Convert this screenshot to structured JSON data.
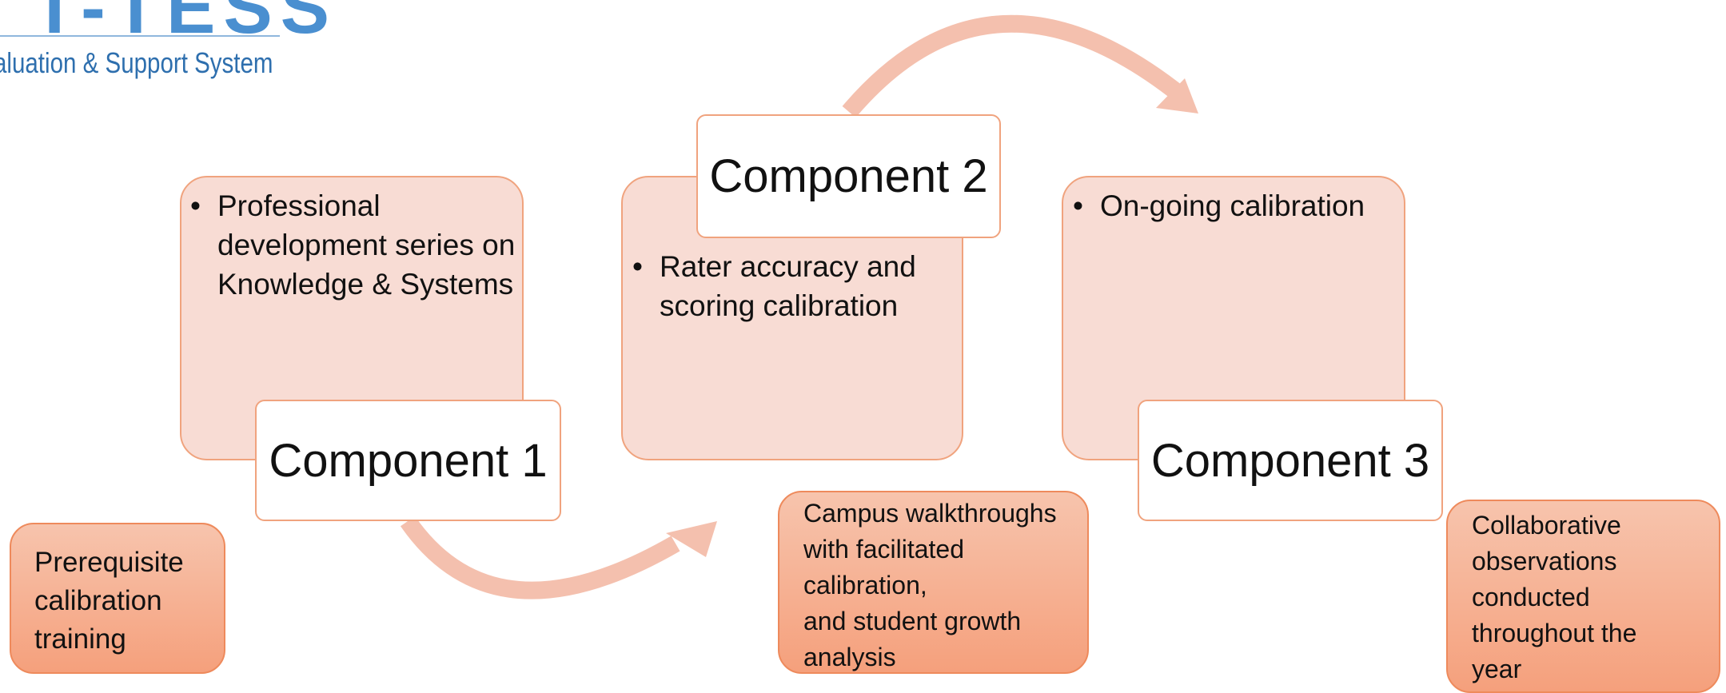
{
  "logo": {
    "mark": "T-TESS",
    "subtitle": "aluation & Support System"
  },
  "components": [
    {
      "title": "Component 1",
      "bullet": "Professional development series on Knowledge & Systems"
    },
    {
      "title": "Component 2",
      "bullet": "Rater accuracy and scoring calibration"
    },
    {
      "title": "Component 3",
      "bullet": "On-going calibration"
    }
  ],
  "notes": [
    "Prerequisite\ncalibration\ntraining",
    "Campus walkthroughs\nwith facilitated\ncalibration,\nand student growth\nanalysis",
    "Collaborative\nobservations\nconducted\nthroughout the\nyear"
  ],
  "colors": {
    "panel_fill": "#f8dcd4",
    "panel_border": "#f0a37e",
    "note_fill_top": "#f7c4ad",
    "note_fill_bottom": "#f5a07c",
    "arrow": "#f4c0ae",
    "logo_blue": "#4a8fd0"
  }
}
